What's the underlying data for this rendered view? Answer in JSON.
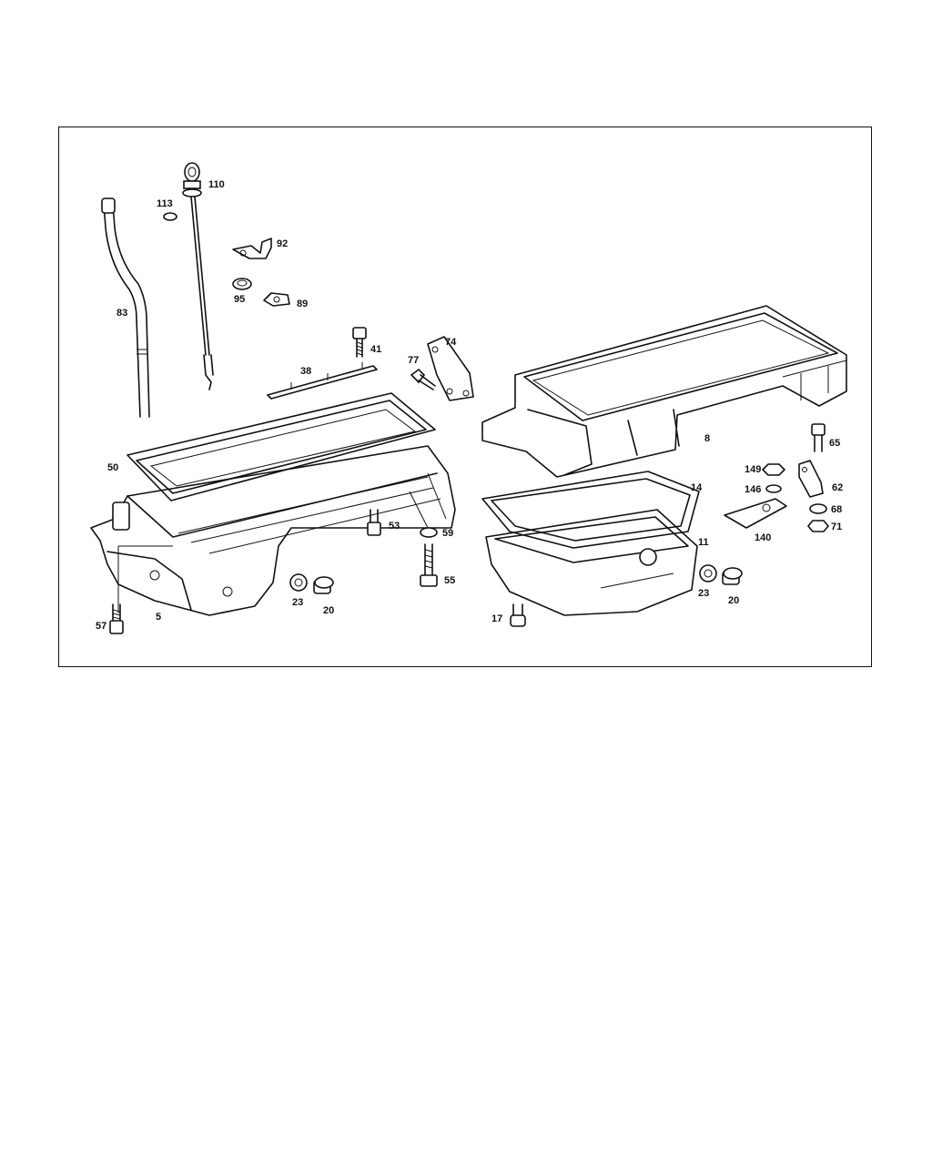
{
  "colors": {
    "line": "#111111",
    "background": "#ffffff"
  },
  "callouts": {
    "c110": "110",
    "c113": "113",
    "c92": "92",
    "c95": "95",
    "c89": "89",
    "c83": "83",
    "c41": "41",
    "c74": "74",
    "c77": "77",
    "c38": "38",
    "c50": "50",
    "c53": "53",
    "c59": "59",
    "c55": "55",
    "c23a": "23",
    "c20a": "20",
    "c57": "57",
    "c5": "5",
    "c8": "8",
    "c14": "14",
    "c11": "11",
    "c23b": "23",
    "c20b": "20",
    "c17": "17",
    "c65": "65",
    "c149": "149",
    "c62": "62",
    "c146": "146",
    "c68": "68",
    "c71": "71",
    "c140": "140"
  }
}
